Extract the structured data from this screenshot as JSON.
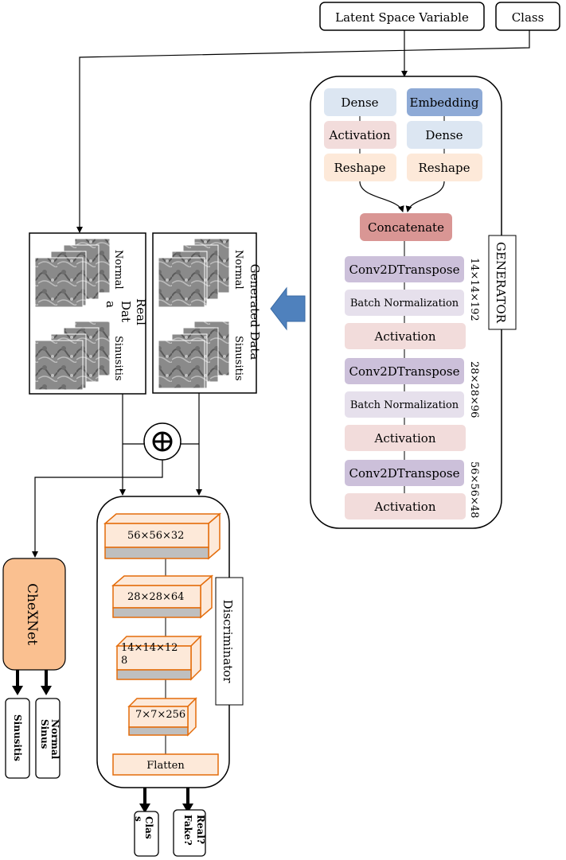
{
  "inputs": {
    "latent": "Latent Space Variable",
    "class_label": "Class"
  },
  "generator": {
    "title": "GENERATOR",
    "left_branch": [
      "Dense",
      "Activation",
      "Reshape"
    ],
    "right_branch": [
      "Embedding",
      "Dense",
      "Reshape"
    ],
    "concat": "Concatenate",
    "stack": [
      {
        "label": "Conv2DTranspose",
        "shape": "14×14×192"
      },
      {
        "label": "Batch Normalization"
      },
      {
        "label": "Activation"
      },
      {
        "label": "Conv2DTranspose",
        "shape": "28×28×96"
      },
      {
        "label": "Batch Normalization"
      },
      {
        "label": "Activation"
      },
      {
        "label": "Conv2DTranspose",
        "shape": "56×56×48"
      },
      {
        "label": "Activation"
      }
    ]
  },
  "real_data": {
    "title_line1": "Real",
    "title_line2": "Dat",
    "title_line3": "a",
    "normal": "Normal",
    "sinusitis": "Sinusitis"
  },
  "generated_data": {
    "title": "Generated Data",
    "normal": "Normal",
    "sinusitis": "Sinusitis"
  },
  "combine_symbol": "⊕",
  "discriminator": {
    "title": "Discriminator",
    "layers": [
      "56×56×32",
      "28×28×64",
      "14×14×12",
      "7×7×256"
    ],
    "layer3_wrap": "8",
    "flatten": "Flatten",
    "outputs": {
      "class_line1": "Clas",
      "class_line2": "s",
      "realfake_line1": "Real?",
      "realfake_line2": "Fake?"
    }
  },
  "chexnet": {
    "title": "CheXNet",
    "outputs": {
      "sinusitis": "Sinusitis",
      "normal_line1": "Normal",
      "normal_line2": "Sinus"
    }
  },
  "colors": {
    "dense": "#dce6f2",
    "embedding": "#8eaad6",
    "activation_pink": "#f2dcdb",
    "reshape": "#fde9d9",
    "concat": "#d99694",
    "conv": "#ccc0da",
    "batchnorm": "#e6e0ec",
    "disc_face": "#fde9d9",
    "disc_border": "#e46c0a",
    "chexnet": "#fac090",
    "arrow_blue": "#4f81bd"
  }
}
